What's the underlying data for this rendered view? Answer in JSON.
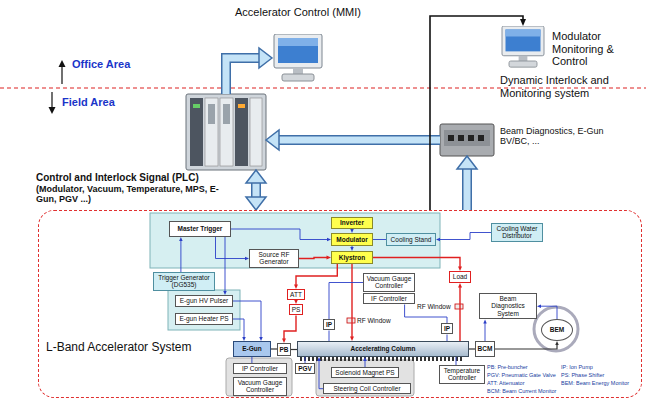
{
  "diagram": {
    "nodes": [
      {
        "text": [
          "Accelerator Control (MMI)"
        ]
      },
      {
        "text": [
          "Modulator Monitoring & Control"
        ]
      },
      {
        "text": [
          "Control and Interlock Signal (PLC)",
          "(Modulator, Vacuum, Temperature, MPS, E-Gun, PGV ...)"
        ]
      },
      {
        "text": [
          "Dynamic Interlock and Monitoring system",
          "Beam Diagnostics, E-Gun BV/BC, ..."
        ]
      },
      {
        "text": [
          "L-Band Accelerator System"
        ]
      },
      {
        "text": [
          "Inverter"
        ],
        "in": 4
      },
      {
        "text": [
          "Master Trigger"
        ],
        "in": 4
      },
      {
        "text": [
          "Modulator"
        ],
        "in": 4
      },
      {
        "text": [
          "Cooling Stand"
        ],
        "in": 4
      },
      {
        "text": [
          "Source RF Generator"
        ],
        "in": 4
      },
      {
        "text": [
          "Klystron"
        ],
        "in": 4
      },
      {
        "text": [
          "Cooling Water Distributor"
        ],
        "in": 4
      },
      {
        "text": [
          "Trigger Generator (DG535)"
        ],
        "in": 4
      },
      {
        "text": [
          "Vacuum Gauge Controller"
        ],
        "in": 4
      },
      {
        "text": [
          "Load"
        ],
        "in": 4
      },
      {
        "text": [
          "E-gun HV Pulser"
        ],
        "in": 4
      },
      {
        "text": [
          "ATT"
        ],
        "in": 4
      },
      {
        "text": [
          "IF Controller"
        ],
        "in": 4
      },
      {
        "text": [
          "PS"
        ],
        "in": 4
      },
      {
        "text": [
          "Beam Diagnostics System"
        ],
        "in": 4
      },
      {
        "text": [
          "E-gun Heater PS"
        ],
        "in": 4
      },
      {
        "text": [
          "IP"
        ],
        "in": 4
      },
      {
        "text": [
          "IP"
        ],
        "in": 4
      },
      {
        "text": [
          "BEM"
        ],
        "in": 4
      },
      {
        "text": [
          "E-Gun"
        ],
        "in": 4
      },
      {
        "text": [
          "PB"
        ],
        "in": 4
      },
      {
        "text": [
          "Accelerating Column"
        ],
        "in": 4
      },
      {
        "text": [
          "BCM"
        ],
        "in": 4
      },
      {
        "text": [
          "IP Controller"
        ],
        "in": 4
      },
      {
        "text": [
          "PGV"
        ],
        "in": 4
      },
      {
        "text": [
          "Temperature Controller"
        ],
        "in": 4
      },
      {
        "text": [
          "Solenoid Magnet PS"
        ],
        "in": 4
      },
      {
        "text": [
          "Vacuum Gauge Controller"
        ],
        "in": 4
      },
      {
        "text": [
          "Steering Coil Controller"
        ],
        "in": 4
      }
    ],
    "edges": [
      {
        "from": 2,
        "to": 0,
        "arrow": "to"
      },
      {
        "from": 3,
        "to": 2,
        "arrow": "to"
      },
      {
        "from": 4,
        "to": 3,
        "arrow": "to"
      },
      {
        "from": 2,
        "to": 4,
        "arrow": "both"
      },
      {
        "from": 4,
        "to": 1,
        "arrow": "to"
      },
      {
        "from": 5,
        "to": 7,
        "arrow": "to"
      },
      {
        "from": 6,
        "to": 7,
        "arrow": "to"
      },
      {
        "from": 8,
        "to": 7,
        "arrow": "none"
      },
      {
        "from": 7,
        "to": 10,
        "arrow": "to"
      },
      {
        "from": 12,
        "to": 6,
        "arrow": "to"
      },
      {
        "from": 6,
        "to": 9,
        "arrow": "to"
      },
      {
        "from": 9,
        "to": 10,
        "arrow": "to"
      },
      {
        "from": 6,
        "to": 15,
        "arrow": "to"
      },
      {
        "from": 15,
        "to": 24,
        "arrow": "to"
      },
      {
        "from": 20,
        "to": 24,
        "arrow": "to"
      },
      {
        "from": 10,
        "to": 16,
        "arrow": "to"
      },
      {
        "from": 16,
        "to": 18,
        "arrow": "to"
      },
      {
        "from": 18,
        "to": 25,
        "arrow": "to"
      },
      {
        "from": 10,
        "to": 26,
        "arrow": "to"
      },
      {
        "from": 26,
        "to": 14,
        "arrow": "to"
      },
      {
        "from": 10,
        "to": 14,
        "arrow": "to"
      },
      {
        "from": 11,
        "to": 8,
        "arrow": "to"
      },
      {
        "from": 24,
        "to": 25,
        "arrow": "none"
      },
      {
        "from": 25,
        "to": 26,
        "arrow": "none"
      },
      {
        "from": 26,
        "to": 27,
        "arrow": "none"
      },
      {
        "from": 27,
        "to": 23,
        "arrow": "to"
      },
      {
        "from": 27,
        "to": 19,
        "arrow": "to"
      },
      {
        "from": 23,
        "to": 19,
        "arrow": "to"
      },
      {
        "from": 13,
        "to": 21,
        "arrow": "none"
      },
      {
        "from": 17,
        "to": 22,
        "arrow": "none"
      },
      {
        "from": 21,
        "to": 26,
        "arrow": "none"
      },
      {
        "from": 22,
        "to": 26,
        "arrow": "none"
      },
      {
        "from": 28,
        "to": 24,
        "arrow": "none"
      },
      {
        "from": 29,
        "to": 26,
        "arrow": "none"
      },
      {
        "from": 30,
        "to": 26,
        "arrow": "none"
      },
      {
        "from": 31,
        "to": 26,
        "arrow": "to"
      },
      {
        "from": 33,
        "to": 26,
        "arrow": "to"
      }
    ],
    "labels": [
      "Office Area",
      "Field Area",
      "RF Window",
      "RF Window",
      "PB: Pre-buncher",
      "PGV: Pneumatic Gate Valve",
      "ATT: Attenuator",
      "BCM: Beam Current Monitor",
      "IP: Ion Pump",
      "PS: Phase Shifter",
      "BEM: Beam Energy Monitor"
    ]
  }
}
